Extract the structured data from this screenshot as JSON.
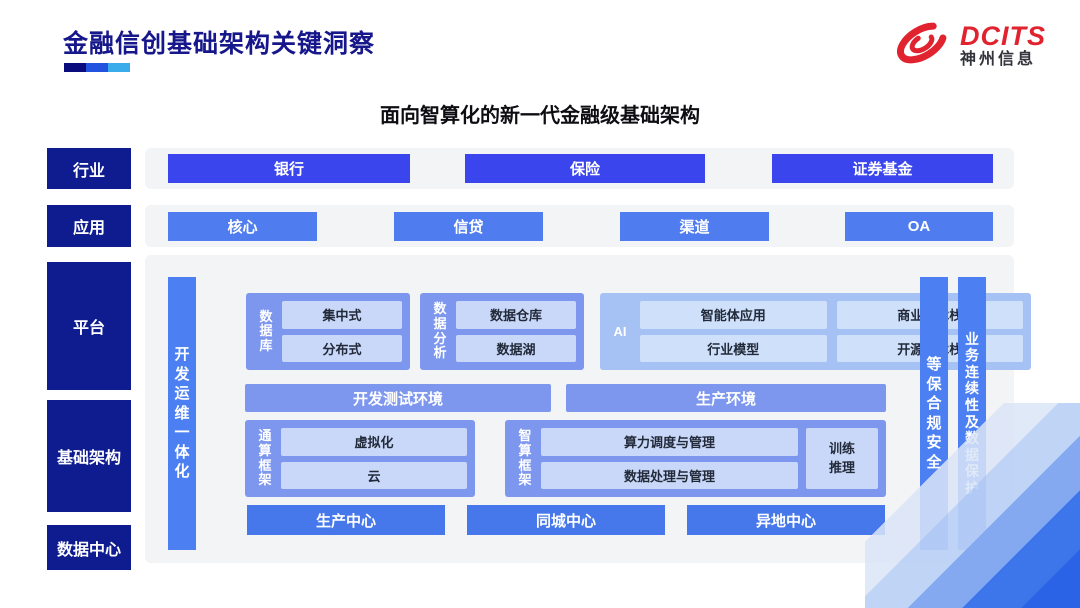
{
  "header": {
    "title": "金融信创基础架构关键洞察",
    "logo_brand": "DCITS",
    "logo_company": "神州信息"
  },
  "subtitle": "面向智算化的新一代金融级基础架构",
  "row_labels": {
    "industry": "行业",
    "application": "应用",
    "platform": "平台",
    "infrastructure": "基础架构",
    "datacenter": "数据中心"
  },
  "industry": {
    "items": [
      "银行",
      "保险",
      "证券基金"
    ]
  },
  "application": {
    "items": [
      "核心",
      "信贷",
      "渠道",
      "OA"
    ]
  },
  "platform": {
    "devops_bar": "开发运维一体化",
    "security_bar": "等保合规安全",
    "continuity_bar": "业务连续性及数据保护",
    "database": {
      "label": "数据库",
      "items": [
        "集中式",
        "分布式"
      ]
    },
    "analytics": {
      "label": "数据分析",
      "items": [
        "数据仓库",
        "数据湖"
      ]
    },
    "ai": {
      "label": "AI",
      "items": [
        "智能体应用",
        "商业技术栈",
        "行业模型",
        "开源技术栈"
      ]
    },
    "environments": [
      "开发测试环境",
      "生产环境"
    ],
    "general_framework": {
      "label": "通算框架",
      "items": [
        "虚拟化",
        "云"
      ]
    },
    "intelligent_framework": {
      "label": "智算框架",
      "items": [
        "算力调度与管理",
        "数据处理与管理"
      ],
      "side_item": "训练推理"
    },
    "centers": [
      "生产中心",
      "同城中心",
      "异地中心"
    ]
  },
  "colors": {
    "title_navy": "#17178C",
    "label_navy": "#0E1C90",
    "industry_button_blue": "#3A45ED",
    "application_button_blue": "#4F7CEF",
    "vertical_bar_blue": "#4C80F2",
    "group_blue": "#7E97EE",
    "ai_group_blue": "#A6C1F3",
    "inner_box_blue": "#C9D8F8",
    "center_button_blue": "#4678EB",
    "brand_red": "#E0232F",
    "strip_grey": "#F3F4F6"
  }
}
